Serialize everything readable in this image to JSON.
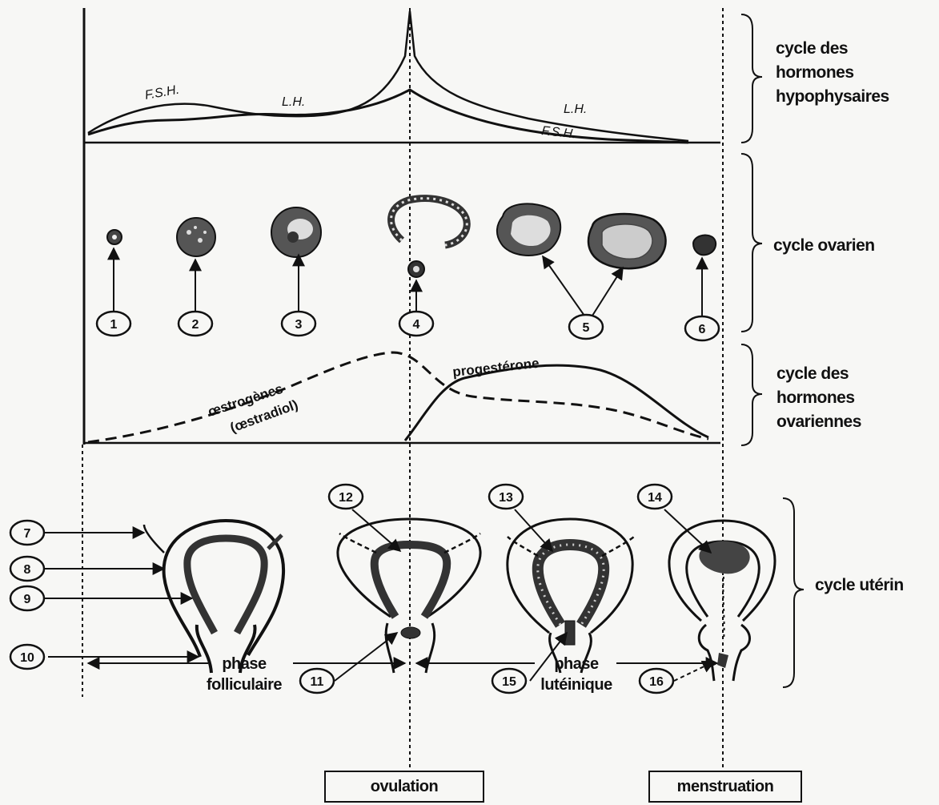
{
  "cycles": {
    "hypophysaires": "cycle des\nhormones\nhypophysaires",
    "ovarien": "cycle ovarien",
    "ovariennes": "cycle des\nhormones\novariennes",
    "uterin": "cycle utérin"
  },
  "curves": {
    "fsh_left": "F.S.H.",
    "lh_left": "L.H.",
    "lh_right": "L.H.",
    "fsh_right": "F.S.H.",
    "oestrogenes": "œstrogènes",
    "oestradiol": "(œstradiol)",
    "progesterone": "progestérone"
  },
  "markers": [
    "1",
    "2",
    "3",
    "4",
    "5",
    "6",
    "7",
    "8",
    "9",
    "10",
    "11",
    "12",
    "13",
    "14",
    "15",
    "16"
  ],
  "phases": {
    "folliculaire": "phase\nfolliculaire",
    "luteinique": "phase\nlutéinique"
  },
  "events": {
    "ovulation": "ovulation",
    "menstruation": "menstruation"
  },
  "colors": {
    "ink": "#111111",
    "tissue": "#3a3a3a",
    "paper": "#f7f7f5"
  }
}
